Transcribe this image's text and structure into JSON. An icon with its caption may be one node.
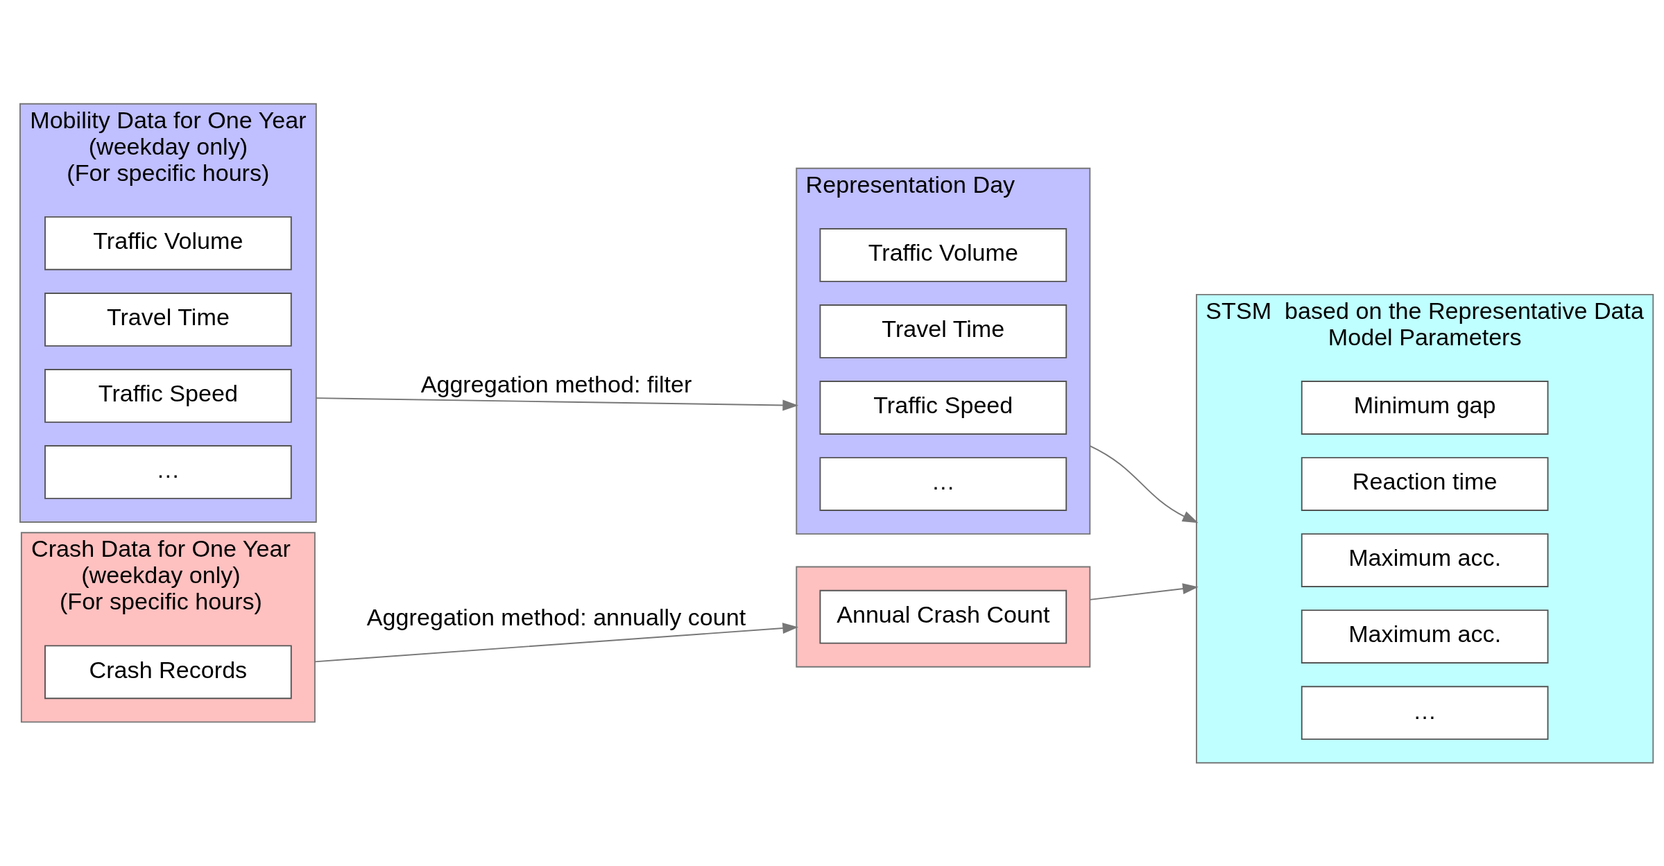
{
  "diagram": {
    "nodes": [
      {
        "text": [
          "Mobility Data for One Year",
          "(weekday only)",
          "(For specific hours)"
        ]
      },
      {
        "text": [
          "Traffic Volume"
        ],
        "in": 0
      },
      {
        "text": [
          "Travel Time"
        ],
        "in": 0
      },
      {
        "text": [
          "Traffic Speed"
        ],
        "in": 0
      },
      {
        "text": [
          "…"
        ],
        "in": 0
      },
      {
        "text": [
          "Representation Day"
        ]
      },
      {
        "text": [
          "Traffic Volume"
        ],
        "in": 5
      },
      {
        "text": [
          "Travel Time"
        ],
        "in": 5
      },
      {
        "text": [
          "Traffic Speed"
        ],
        "in": 5
      },
      {
        "text": [
          "…"
        ],
        "in": 5
      },
      {
        "text": [
          "STSM  based on the Representative Data",
          "Model Parameters"
        ]
      },
      {
        "text": [
          "Minimum gap"
        ],
        "in": 10
      },
      {
        "text": [
          "Reaction time"
        ],
        "in": 10
      },
      {
        "text": [
          "Maximum acc."
        ],
        "in": 10
      },
      {
        "text": [
          "Maximum acc."
        ],
        "in": 10
      },
      {
        "text": [
          "…"
        ],
        "in": 10
      },
      {
        "text": [
          "Crash Data for One Year",
          "(weekday only)",
          "(For specific hours)"
        ]
      },
      {
        "text": [
          "Crash Records"
        ],
        "in": 16
      },
      {
        "text": [],
        "shape": "box"
      },
      {
        "text": [
          "Annual Crash Count"
        ],
        "in": 18
      }
    ],
    "edges": [
      {
        "from": 0,
        "to": 5,
        "arrow": "to",
        "label": "Aggregation method: filter"
      },
      {
        "from": 16,
        "to": 18,
        "arrow": "to",
        "label": "Aggregation method: annually count"
      },
      {
        "from": 5,
        "to": 10,
        "arrow": "to"
      },
      {
        "from": 18,
        "to": 10,
        "arrow": "to"
      }
    ]
  }
}
